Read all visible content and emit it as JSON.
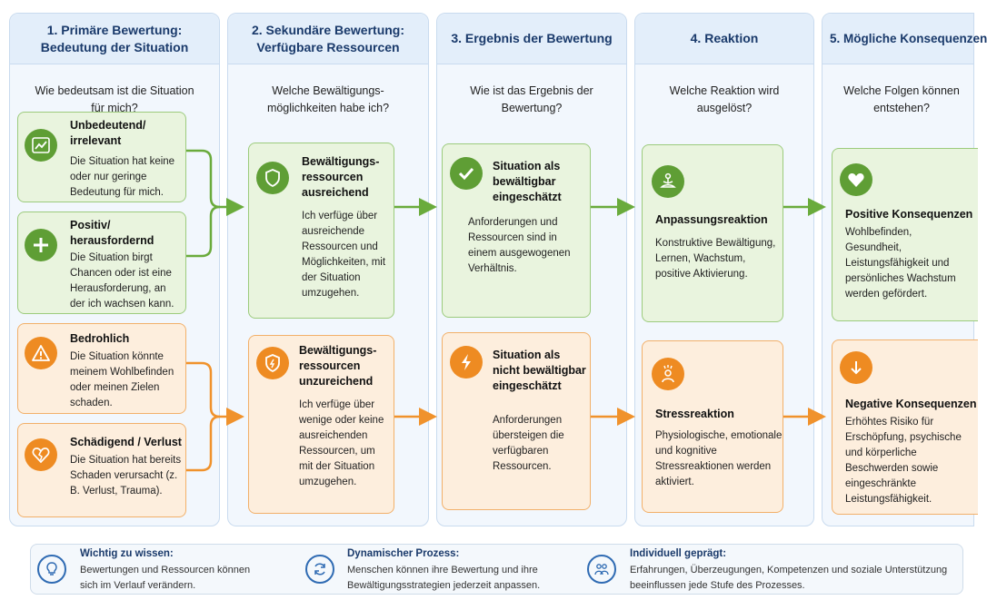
{
  "columns": [
    {
      "title_line1": "1. Primäre Bewertung:",
      "title_line2": "Bedeutung der Situation",
      "question": "Wie bedeutsam ist die Situation für mich?"
    },
    {
      "title_line1": "2. Sekundäre Bewertung:",
      "title_line2": "Verfügbare Ressourcen",
      "question": "Welche Bewältigungs-möglichkeiten habe ich?"
    },
    {
      "title_line1": "3. Ergebnis der Bewertung",
      "title_line2": "",
      "question": "Wie ist das Ergebnis der Bewertung?"
    },
    {
      "title_line1": "4. Reaktion",
      "title_line2": "",
      "question": "Welche Reaktion wird ausgelöst?"
    },
    {
      "title_line1": "5. Mögliche Konsequenzen",
      "title_line2": "",
      "question": "Welche Folgen können entstehen?"
    }
  ],
  "primary": [
    {
      "title": "Unbedeutend/ irrelevant",
      "text": "Die Situation hat keine oder nur geringe Bedeutung für mich.",
      "icon": "chart-trend-icon"
    },
    {
      "title": "Positiv/ herausfordernd",
      "text": "Die Situation birgt Chancen oder ist eine Herausforderung, an der ich wachsen kann.",
      "icon": "plus-icon"
    },
    {
      "title": "Bedrohlich",
      "text": "Die Situation könnte meinem Wohlbefinden oder meinen Zielen schaden.",
      "icon": "warning-icon"
    },
    {
      "title": "Schädigend / Verlust",
      "text": "Die Situation hat bereits Schaden verursacht (z. B. Verlust, Trauma).",
      "icon": "broken-heart-icon"
    }
  ],
  "secondary": [
    {
      "title": "Bewältigungs-ressourcen ausreichend",
      "text": "Ich verfüge über ausreichende Ressourcen und Möglichkeiten, mit der Situation umzugehen.",
      "icon": "shield-icon"
    },
    {
      "title": "Bewältigungs-ressourcen unzureichend",
      "text": "Ich verfüge über wenige oder keine ausreichenden Ressourcen, um mit der Situation umzugehen.",
      "icon": "shield-icon"
    }
  ],
  "results": [
    {
      "title": "Situation als bewältigbar eingeschätzt",
      "text": "Anforderungen und Ressourcen sind in einem ausgewogenen Verhältnis.",
      "icon": "check-icon"
    },
    {
      "title": "Situation als nicht bewältigbar eingeschätzt",
      "text": "Anforderungen übersteigen die verfügbaren Ressourcen.",
      "icon": "lightning-icon"
    }
  ],
  "reactions": [
    {
      "title": "Anpassungsreaktion",
      "text": "Konstruktive Bewältigung, Lernen, Wachstum, positive Aktivierung.",
      "icon": "meditation-icon"
    },
    {
      "title": "Stressreaktion",
      "text": "Physiologische, emotionale und kognitive Stressreaktionen werden aktiviert.",
      "icon": "stressed-person-icon"
    }
  ],
  "consequences": [
    {
      "title": "Positive Konsequenzen",
      "text": "Wohlbefinden, Gesundheit, Leistungsfähigkeit und persönliches Wachstum werden gefördert.",
      "icon": "heart-icon"
    },
    {
      "title": "Negative Konsequenzen",
      "text": "Erhöhtes Risiko für Erschöpfung, psychische und körperliche Beschwerden sowie eingeschränkte Leistungsfähigkeit.",
      "icon": "arrow-down-icon"
    }
  ],
  "info": [
    {
      "title": "Wichtig zu wissen:",
      "line1": "Bewertungen und Ressourcen können",
      "line2": "sich im Verlauf verändern.",
      "icon": "lightbulb-icon"
    },
    {
      "title": "Dynamischer Prozess:",
      "line1": "Menschen können ihre Bewertung und ihre",
      "line2": "Bewältigungsstrategien jederzeit anpassen.",
      "icon": "refresh-icon"
    },
    {
      "title": "Individuell geprägt:",
      "line1": "Erfahrungen, Überzeugungen, Kompetenzen und soziale Unterstützung",
      "line2": "beeinflussen jede Stufe des Prozesses.",
      "icon": "people-icon"
    }
  ],
  "colors": {
    "green": "#5f9e35",
    "orange": "#ee8b22",
    "blue": "#1a3a6b"
  }
}
